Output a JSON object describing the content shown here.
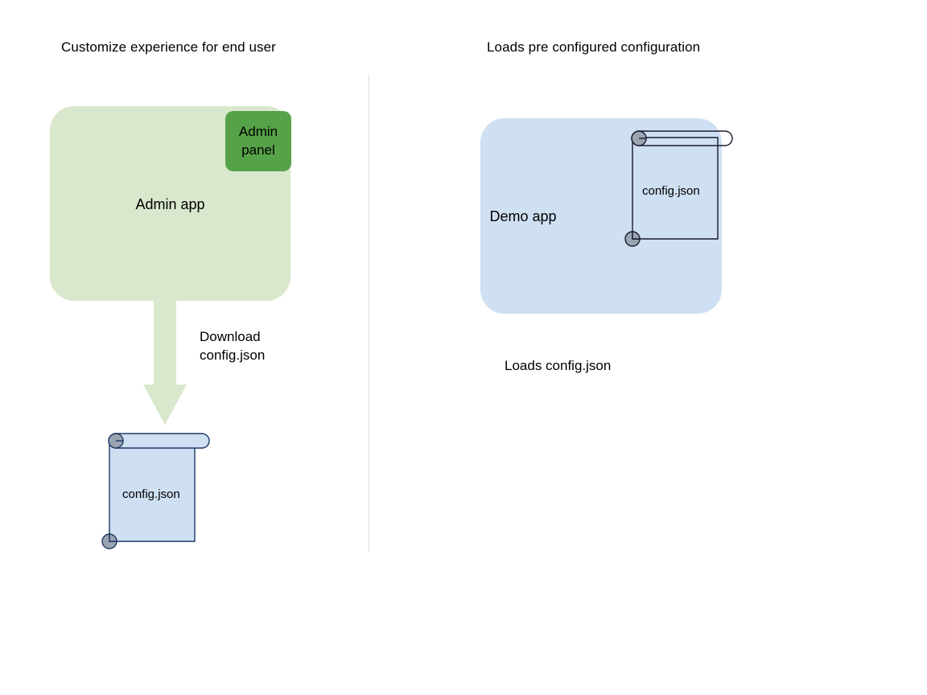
{
  "diagram": {
    "background_color": "#ffffff",
    "columns": [
      {
        "heading": "Customize experience for end user",
        "app": {
          "label": "Admin app",
          "fill": "#d9e8cd",
          "panel": {
            "label": "Admin\npanel",
            "fill": "#56a248"
          }
        },
        "arrow": {
          "label": "Download\nconfig.json",
          "fill": "#d9e8cd",
          "direction": "down"
        },
        "document": {
          "label": "config.json",
          "fill": "#cfe0f3",
          "stroke": "#1f3864",
          "curl_fill": "#9aa5b1"
        }
      },
      {
        "heading": "Loads pre configured configuration",
        "app": {
          "label": "Demo app",
          "fill": "#cfe0f3"
        },
        "document": {
          "label": "config.json",
          "fill": "none",
          "stroke": "#1a1a2e",
          "curl_fill": "#9aa5b1"
        },
        "caption": "Loads config.json"
      }
    ],
    "divider": {
      "style": "dotted",
      "color": "#b9b9b9"
    }
  }
}
